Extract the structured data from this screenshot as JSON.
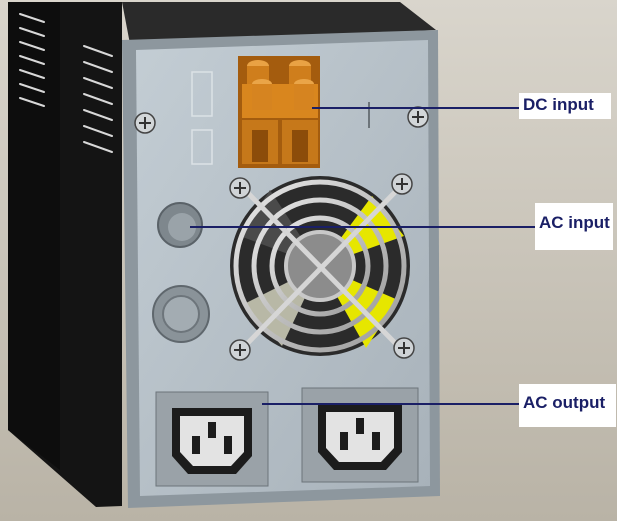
{
  "diagram": {
    "callouts": {
      "dc_input": "DC input",
      "ac_input": "AC input",
      "ac_output": "AC output"
    },
    "colors": {
      "background": "#c9c3b6",
      "panel": "#b5bfc6",
      "side": "#1a1a1a",
      "connector": "#d4821c",
      "fan_blade": "#e6e600",
      "leader_line": "#1a1f66",
      "label_text": "#1a1f66"
    }
  }
}
